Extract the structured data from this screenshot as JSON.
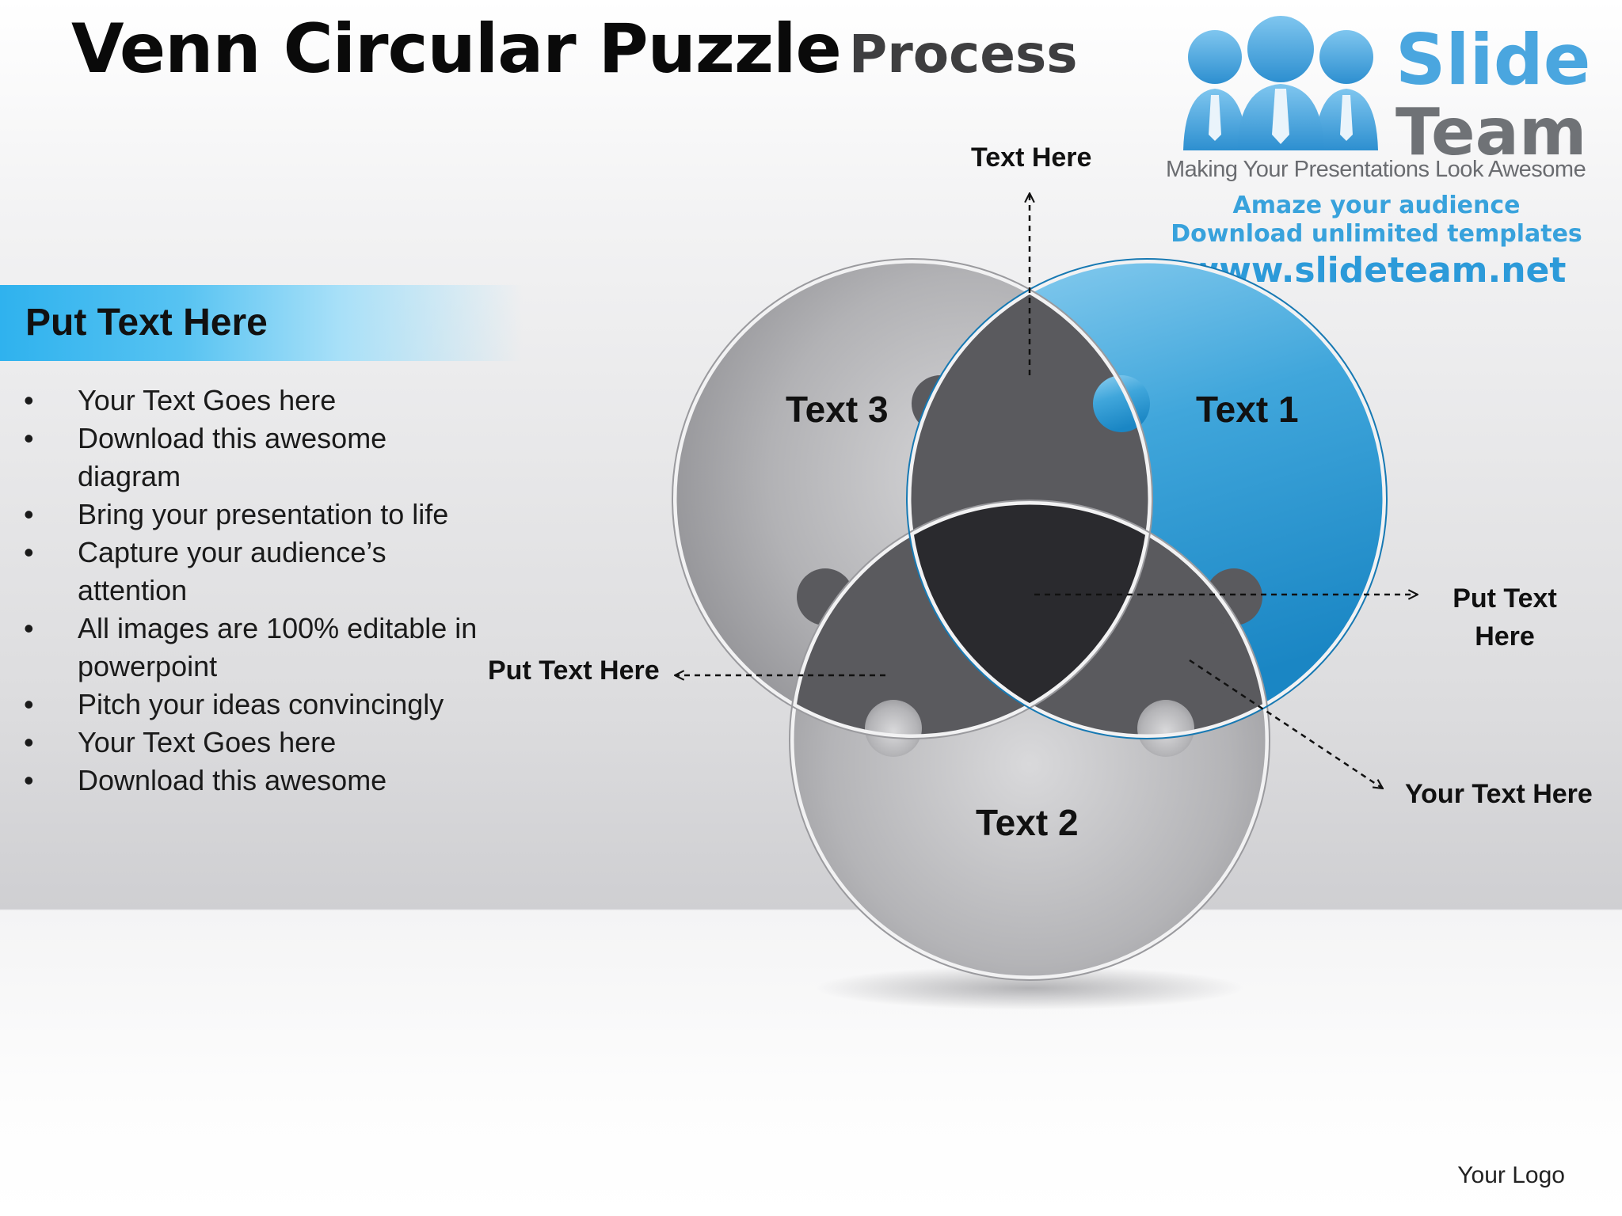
{
  "title": {
    "main": "Venn Circular Puzzle",
    "sub": "Process"
  },
  "logo": {
    "brand_line1": "Slide",
    "brand_line2": "Team",
    "tagline": "Making Your Presentations Look Awesome",
    "promo_line1": "Amaze your audience",
    "promo_line2": "Download unlimited templates",
    "promo_url": "www.slideteam.net",
    "icon": "people-group-icon"
  },
  "panel": {
    "header": "Put Text Here",
    "bullets": [
      "Your Text Goes here",
      "Download this awesome diagram",
      "Bring your presentation to life",
      "Capture your audience’s attention",
      "All images are 100% editable in powerpoint",
      "Pitch your ideas convincingly",
      "Your Text Goes here",
      "Download this awesome"
    ],
    "bullet_symbol": "•"
  },
  "venn": {
    "regions": {
      "top_right": "Text 1",
      "bottom": "Text 2",
      "top_left": "Text 3"
    },
    "callouts": {
      "top": "Text Here",
      "left": "Put Text Here",
      "right": "Put Text Here",
      "bottom_right": "Your Text Here"
    },
    "colors": {
      "blue": "#1c8fca",
      "dark": "#2a2a2e",
      "grey_piece": "#5c5c60",
      "grey_light": "#bdbdc0"
    }
  },
  "footer": {
    "logo_text": "Your Logo"
  }
}
